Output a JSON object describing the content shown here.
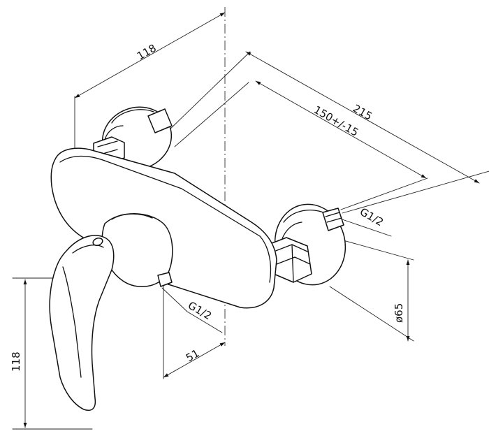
{
  "dimensions": {
    "top_width": "118",
    "overall_depth": "215",
    "centre_spacing": "150+/-15",
    "thread_right": "G1/2",
    "thread_left": "G1/2",
    "flange_diameter": "ø65",
    "wall_offset": "51",
    "height": "118"
  }
}
